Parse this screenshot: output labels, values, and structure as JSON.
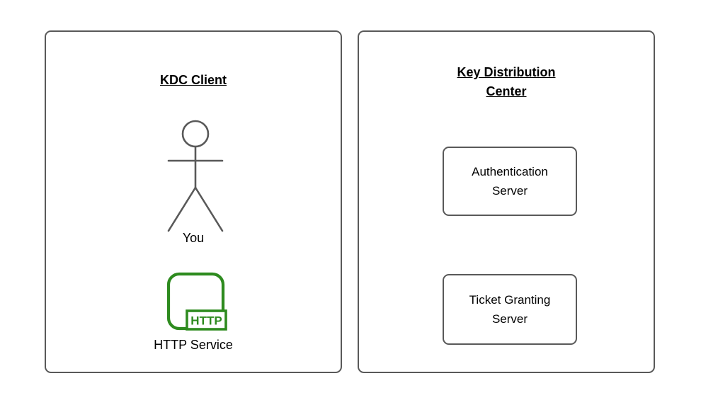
{
  "diagram": {
    "left_panel": {
      "title": "KDC Client",
      "actor_label": "You",
      "service_label": "HTTP Service",
      "http_badge_text": "HTTP"
    },
    "right_panel": {
      "title": "Key Distribution Center",
      "nodes": [
        {
          "label": "Authentication Server"
        },
        {
          "label": "Ticket Granting Server"
        }
      ]
    },
    "colors": {
      "panel_stroke": "#595959",
      "actor_stroke": "#595959",
      "http_green": "#2e8b1f",
      "text": "#000000",
      "background": "#ffffff"
    }
  }
}
